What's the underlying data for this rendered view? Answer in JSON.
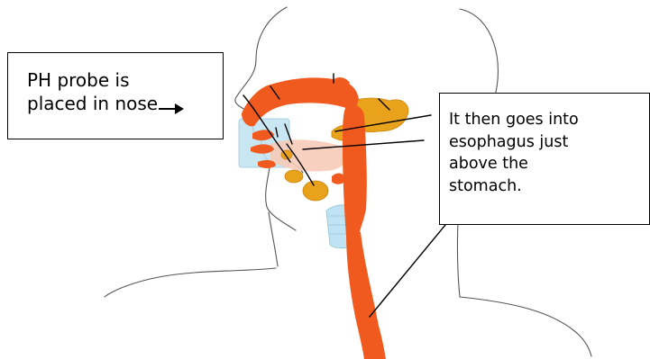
{
  "callouts": {
    "nose": {
      "line1": "PH probe is",
      "line2": "placed in nose"
    },
    "stomach": {
      "line1": "It then goes into",
      "line2": "esophagus just",
      "line3": "above the",
      "line4": "stomach."
    }
  },
  "colors": {
    "tract": "#f05a1e",
    "gland": "#e9a21b",
    "airway": "#bfe3f2",
    "outline": "#555555"
  }
}
